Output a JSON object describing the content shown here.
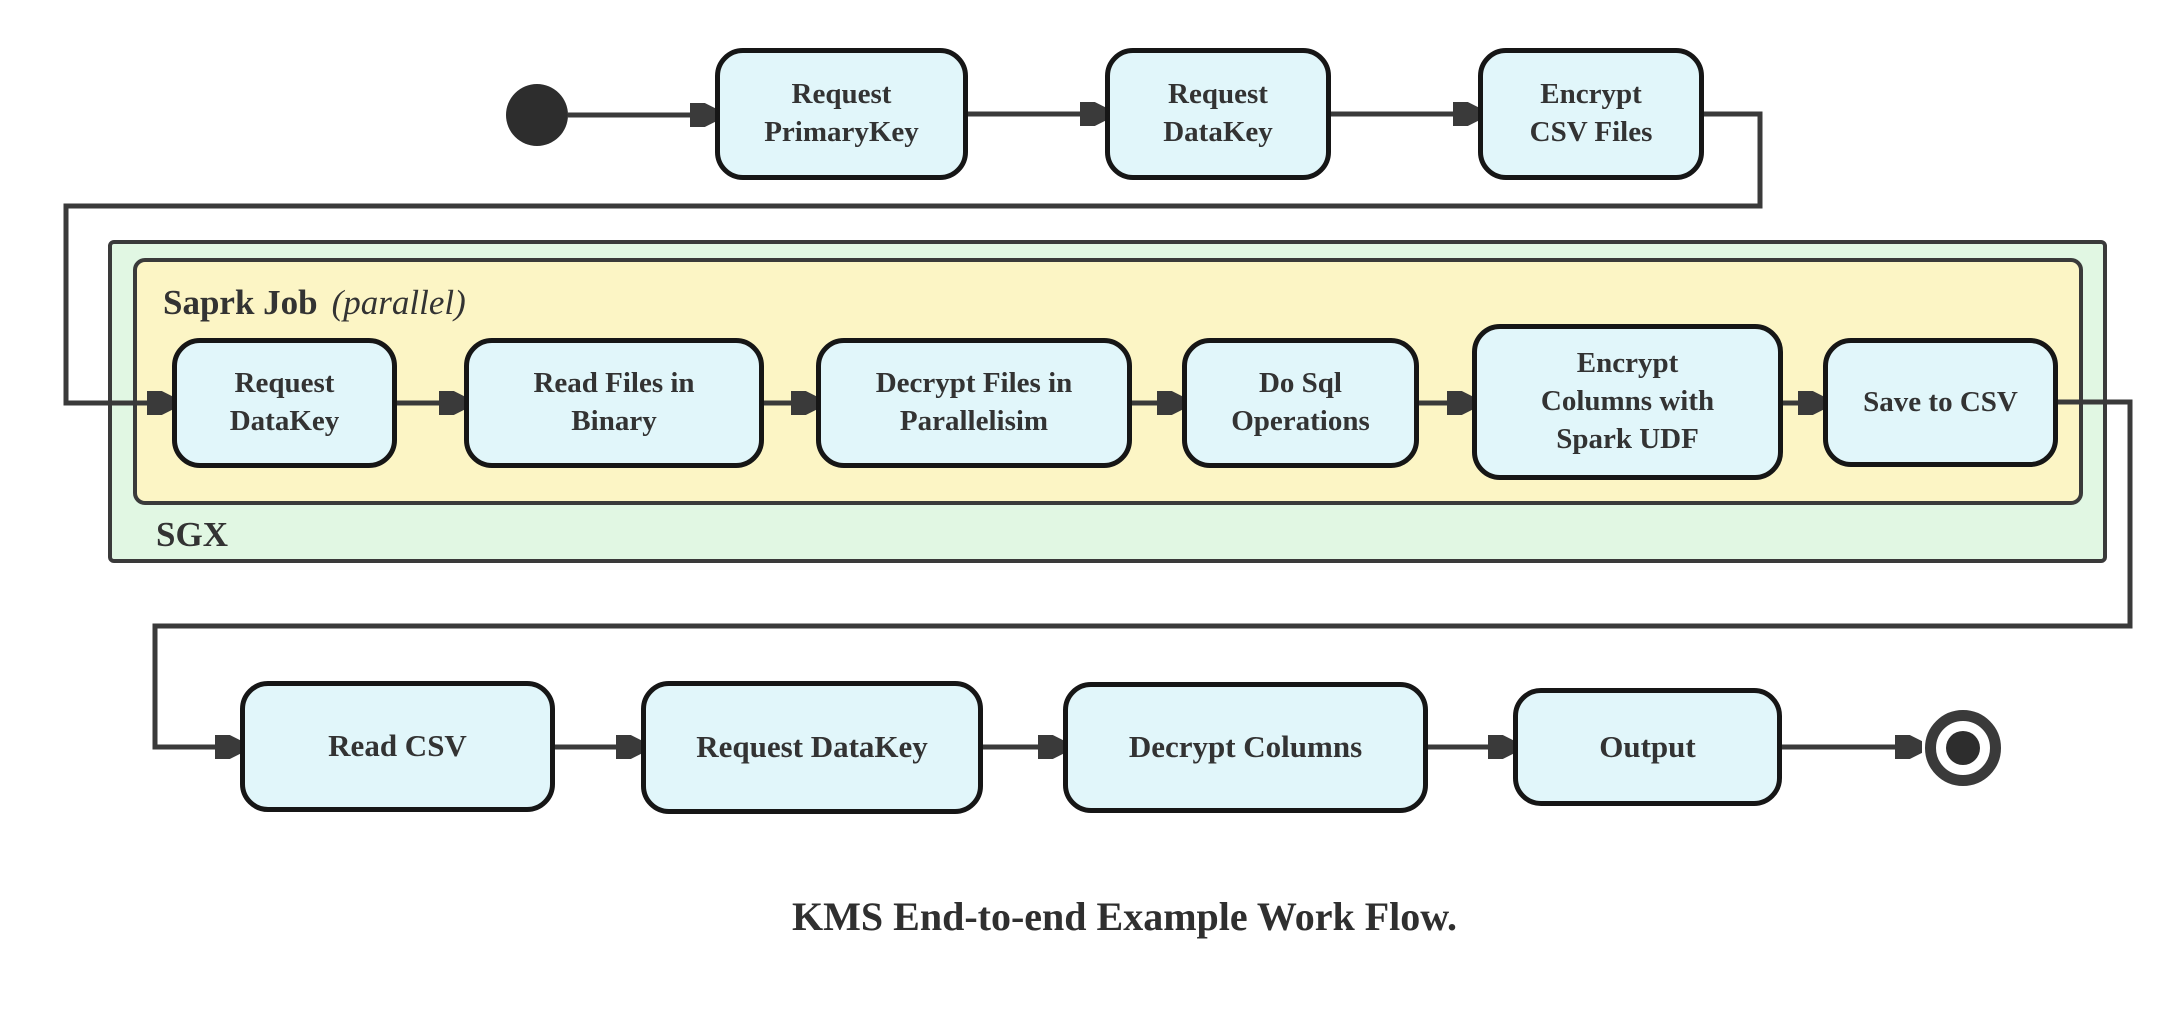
{
  "caption": "KMS End-to-end Example Work Flow.",
  "containers": {
    "sgx": {
      "label": "SGX"
    },
    "spark_job": {
      "label": "Saprk Job",
      "qualifier": "(parallel)"
    }
  },
  "nodes": {
    "request_primarykey": {
      "label": "Request\nPrimaryKey"
    },
    "request_datakey_top": {
      "label": "Request\nDataKey"
    },
    "encrypt_csv_files": {
      "label": "Encrypt\nCSV Files"
    },
    "request_datakey_spark": {
      "label": "Request\nDataKey"
    },
    "read_files_in_binary": {
      "label": "Read Files in\nBinary"
    },
    "decrypt_files_in_parallelisim": {
      "label": "Decrypt Files in\nParallelisim"
    },
    "do_sql_operations": {
      "label": "Do Sql\nOperations"
    },
    "encrypt_columns_with_spark_udf": {
      "label": "Encrypt\nColumns with\nSpark UDF"
    },
    "save_to_csv": {
      "label": "Save to CSV"
    },
    "read_csv": {
      "label": "Read CSV"
    },
    "request_datakey_client": {
      "label": "Request DataKey"
    },
    "decrypt_columns": {
      "label": "Decrypt Columns"
    },
    "output": {
      "label": "Output"
    }
  },
  "edges": [
    {
      "from": "start",
      "to": "request_primarykey"
    },
    {
      "from": "request_primarykey",
      "to": "request_datakey_top"
    },
    {
      "from": "request_datakey_top",
      "to": "encrypt_csv_files"
    },
    {
      "from": "encrypt_csv_files",
      "to": "request_datakey_spark"
    },
    {
      "from": "request_datakey_spark",
      "to": "read_files_in_binary"
    },
    {
      "from": "read_files_in_binary",
      "to": "decrypt_files_in_parallelisim"
    },
    {
      "from": "decrypt_files_in_parallelisim",
      "to": "do_sql_operations"
    },
    {
      "from": "do_sql_operations",
      "to": "encrypt_columns_with_spark_udf"
    },
    {
      "from": "encrypt_columns_with_spark_udf",
      "to": "save_to_csv"
    },
    {
      "from": "save_to_csv",
      "to": "read_csv"
    },
    {
      "from": "read_csv",
      "to": "request_datakey_client"
    },
    {
      "from": "request_datakey_client",
      "to": "decrypt_columns"
    },
    {
      "from": "decrypt_columns",
      "to": "output"
    },
    {
      "from": "output",
      "to": "end"
    }
  ],
  "colors": {
    "node_fill": "#e1f6fa",
    "node_border": "#161616",
    "edge": "#3a3a3a",
    "sgx_fill": "#e1f7e3",
    "spark_job_fill": "#fcf5c5",
    "text": "#333333"
  }
}
